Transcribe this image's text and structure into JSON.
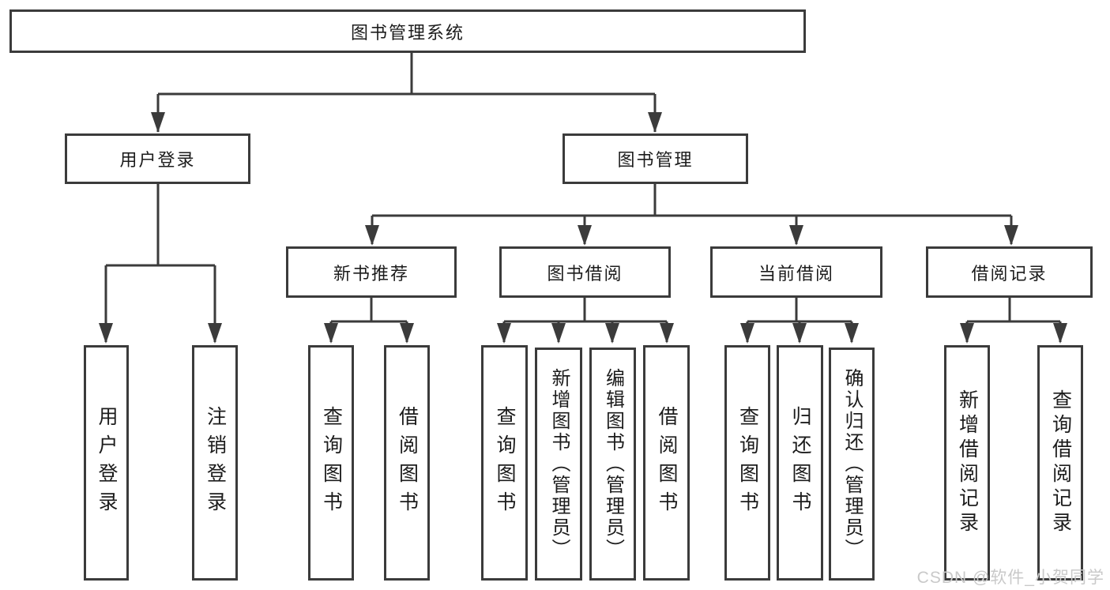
{
  "diagram": {
    "root": {
      "label": "图书管理系统"
    },
    "branches": [
      {
        "label": "用户登录",
        "children": [
          {
            "label": "用户登录"
          },
          {
            "label": "注销登录"
          }
        ]
      },
      {
        "label": "图书管理",
        "children": [
          {
            "label": "新书推荐",
            "children": [
              {
                "label": "查询图书"
              },
              {
                "label": "借阅图书"
              }
            ]
          },
          {
            "label": "图书借阅",
            "children": [
              {
                "label": "查询图书"
              },
              {
                "label": "新增图书（管理员）"
              },
              {
                "label": "编辑图书（管理员）"
              },
              {
                "label": "借阅图书"
              }
            ]
          },
          {
            "label": "当前借阅",
            "children": [
              {
                "label": "查询图书"
              },
              {
                "label": "归还图书"
              },
              {
                "label": "确认归还（管理员）"
              }
            ]
          },
          {
            "label": "借阅记录",
            "children": [
              {
                "label": "新增借阅记录"
              },
              {
                "label": "查询借阅记录"
              }
            ]
          }
        ]
      }
    ]
  },
  "watermark": {
    "text": "CSDN @软件_小贺同学"
  },
  "colors": {
    "line": "#3b3b3b",
    "text": "#1c1c1c",
    "background": "#ffffff",
    "watermark": "#c9c9c9"
  }
}
